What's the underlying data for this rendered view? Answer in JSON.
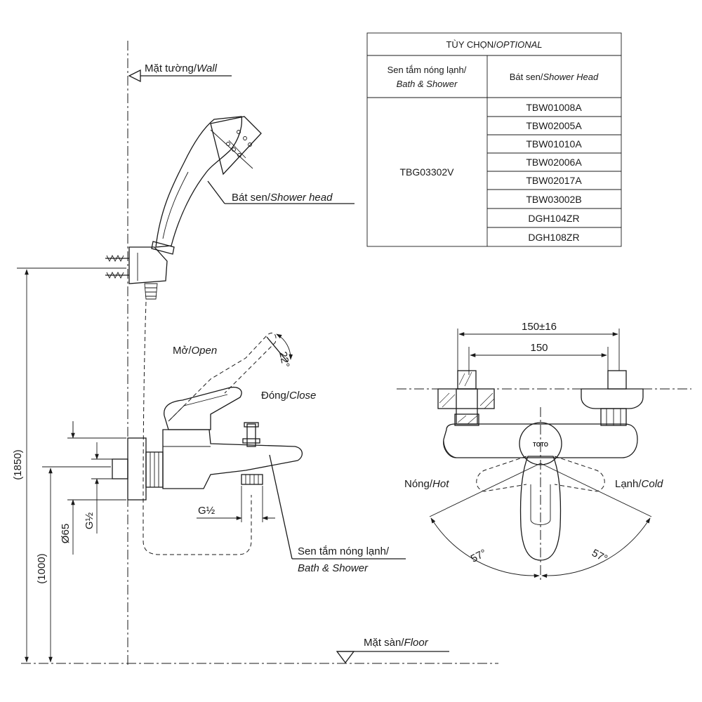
{
  "labels": {
    "wall_vn": "Mặt tường/",
    "wall_en": "Wall",
    "shower_head_vn": "Bát sen/",
    "shower_head_en": "Shower head",
    "open_vn": "Mở/",
    "open_en": "Open",
    "close_vn": "Đóng/",
    "close_en": "Close",
    "bath_vn": "Sen tắm nóng lạnh/",
    "bath_en": "Bath & Shower",
    "floor_vn": "Mặt sàn/",
    "floor_en": "Floor",
    "hot_vn": "Nóng/",
    "hot_en": "Hot",
    "cold_vn": "Lạnh/",
    "cold_en": "Cold",
    "brand": "TOTO"
  },
  "dimensions": {
    "angle_lever": "22°",
    "angle_hot": "57°",
    "angle_cold": "57°",
    "width_range": "150±16",
    "width": "150",
    "total_height": "(1850)",
    "spout_height": "(1000)",
    "diameter": "Ø65",
    "thread_inlet": "G½",
    "thread_outlet": "G½"
  },
  "table": {
    "title_vn": "TÙY CHỌN/",
    "title_en": "OPTIONAL",
    "col1_vn": "Sen tắm nóng lạnh/",
    "col1_en": "Bath & Shower",
    "col2_vn": "Bát sen/",
    "col2_en": "Shower Head",
    "model": "TBG03302V",
    "shower_heads": [
      "TBW01008A",
      "TBW02005A",
      "TBW01010A",
      "TBW02006A",
      "TBW02017A",
      "TBW03002B",
      "DGH104ZR",
      "DGH108ZR"
    ]
  }
}
